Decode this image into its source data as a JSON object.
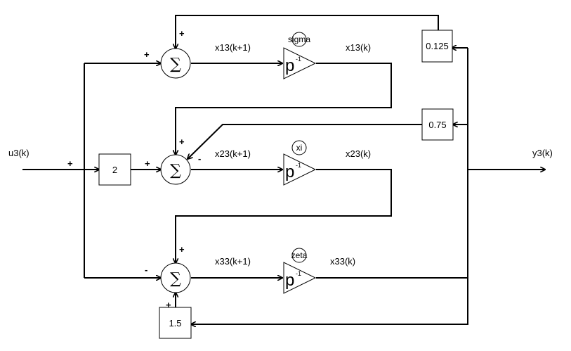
{
  "signals": {
    "input": "u3(k)",
    "output": "y3(k)",
    "x13_next": "x13(k+1)",
    "x13": "x13(k)",
    "x23_next": "x23(k+1)",
    "x23": "x23(k)",
    "x33_next": "x33(k+1)",
    "x33": "x33(k)"
  },
  "gains": {
    "input_gain": "2",
    "fb_top": "0.125",
    "fb_mid": "0.75",
    "fb_bot": "1.5"
  },
  "delay_params": {
    "top": "sigma",
    "mid": "xi",
    "bot": "zeta"
  },
  "delay_symbol": {
    "base": "p",
    "exp": "-1"
  },
  "sum_symbol": "∑",
  "signs": {
    "plus": "+",
    "minus": "-"
  }
}
